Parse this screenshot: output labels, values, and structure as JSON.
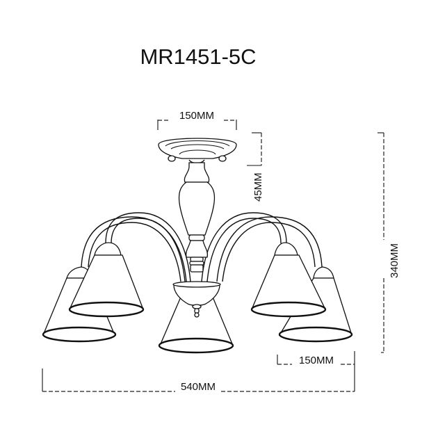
{
  "title": "MR1451-5C",
  "dimensions": {
    "canopy_width": "150MM",
    "canopy_height": "45MM",
    "overall_height": "340MM",
    "shade_width": "150MM",
    "overall_width": "540MM"
  },
  "product": {
    "type": "chandelier",
    "arms": 5,
    "shade_shape": "cone"
  },
  "colors": {
    "line": "#111111",
    "background": "#ffffff"
  }
}
